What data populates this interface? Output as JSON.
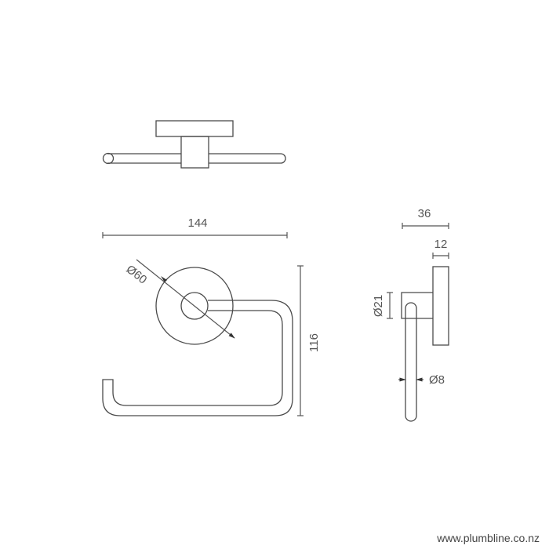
{
  "drawing": {
    "subject": "toilet roll holder technical drawing",
    "views": [
      "top-view",
      "front-view",
      "side-view"
    ],
    "dimensions": {
      "overall_width": "144",
      "overall_height": "116",
      "backplate_diameter": "Ø60",
      "side_depth": "36",
      "plate_thickness": "12",
      "post_diameter": "Ø21",
      "rod_diameter": "Ø8"
    },
    "line_color": "#4a4a4a",
    "background": "#ffffff"
  },
  "footer": {
    "url": "www.plumbline.co.nz"
  }
}
